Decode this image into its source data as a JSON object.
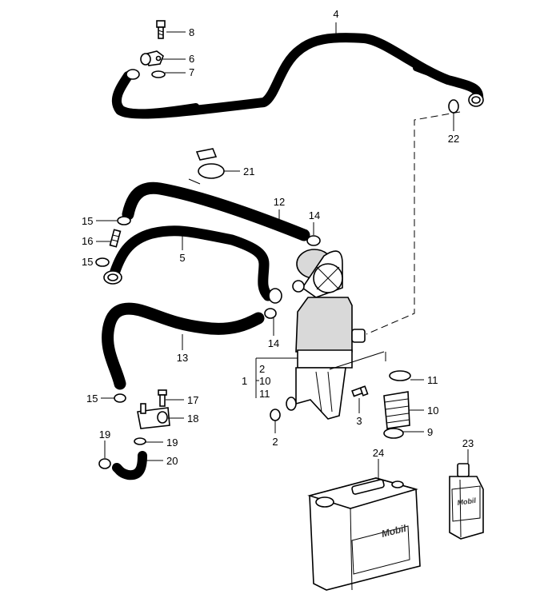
{
  "callouts": {
    "c1": "1",
    "c2a": "2",
    "c2b": "2",
    "c3": "3",
    "c4": "4",
    "c5": "5",
    "c6": "6",
    "c7": "7",
    "c8": "8",
    "c9": "9",
    "c10a": "10",
    "c10b": "10",
    "c11a": "11",
    "c11b": "11",
    "c12": "12",
    "c13": "13",
    "c14a": "14",
    "c14b": "14",
    "c15a": "15",
    "c15b": "15",
    "c15c": "15",
    "c16": "16",
    "c17": "17",
    "c18": "18",
    "c19a": "19",
    "c19b": "19",
    "c20": "20",
    "c21": "21",
    "c22": "22",
    "c23": "23",
    "c24": "24"
  },
  "labels": {
    "canister_brand": "Mobil",
    "bottle_brand": "Mobil"
  }
}
